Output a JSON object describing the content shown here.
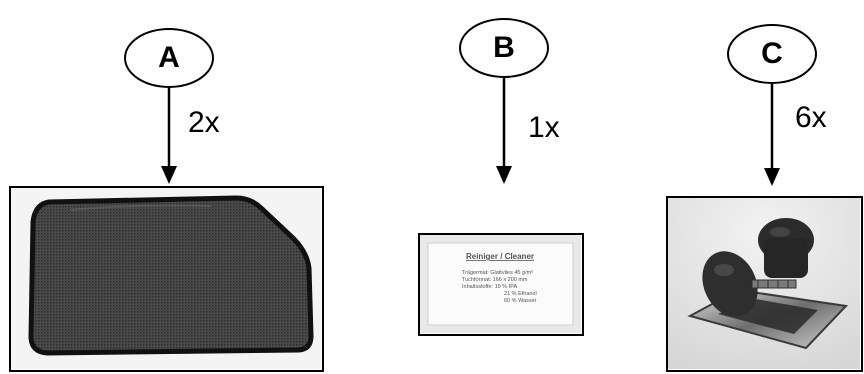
{
  "parts": [
    {
      "id": "A",
      "quantity": "2x",
      "item": "sunshade-mesh-panel"
    },
    {
      "id": "B",
      "quantity": "1x",
      "item": "cleaning-wipe-sachet"
    },
    {
      "id": "C",
      "quantity": "6x",
      "item": "mounting-clip"
    }
  ],
  "cleaner": {
    "title": "Reiniger / Cleaner",
    "line1": "Trägermat:  Glattvlies 45 g/m²",
    "line2": "Tuchformat:  166 x 200 mm",
    "line3": "Inhaltsstoffe: 19 % IPA",
    "line4": "21 % Ethanol",
    "line5": "60 % Wasser"
  },
  "colors": {
    "line": "#000000",
    "mesh": "#3a3a3a",
    "frame_edge": "#111111",
    "clip": "#2b2b2b",
    "chrome": "#9a9a9a"
  }
}
